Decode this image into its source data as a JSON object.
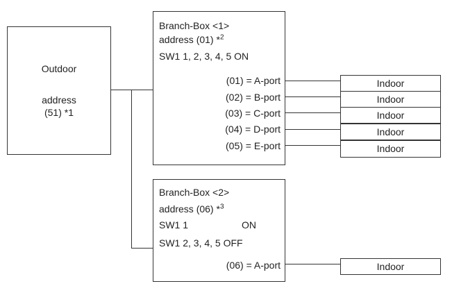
{
  "outdoor": {
    "title": "Outdoor",
    "address_label": "address",
    "address_value": "(51) *1"
  },
  "branch1": {
    "title": "Branch-Box <1>",
    "address": "address (01) *",
    "address_note": "2",
    "switch": "SW1 1, 2, 3, 4, 5 ON",
    "ports": [
      "(01) = A-port",
      "(02) = B-port",
      "(03) = C-port",
      "(04) = D-port",
      "(05) = E-port"
    ]
  },
  "branch2": {
    "title": "Branch-Box <2>",
    "address": "address (06) *",
    "address_note": "3",
    "switch1_label": "SW1 1",
    "switch1_state": "ON",
    "switch2": "SW1 2, 3, 4, 5 OFF",
    "ports": [
      "(06) = A-port"
    ]
  },
  "indoor_label": "Indoor"
}
